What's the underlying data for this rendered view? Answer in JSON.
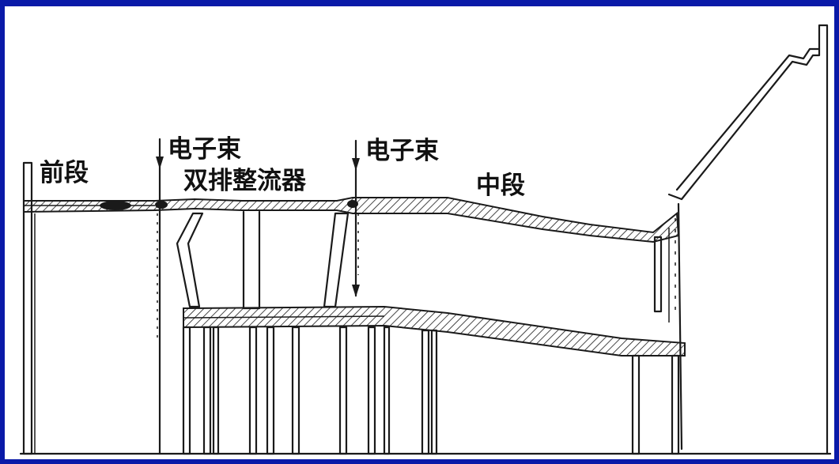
{
  "labels": {
    "front_section": "前段",
    "electron_beam_left": "电子束",
    "electron_beam_right": "电子束",
    "double_row_fairing": "双排整流器",
    "middle_section": "中段"
  },
  "colors": {
    "frame_border": "#0a1aa8",
    "background": "#ffffff",
    "line": "#1a1a1a"
  }
}
